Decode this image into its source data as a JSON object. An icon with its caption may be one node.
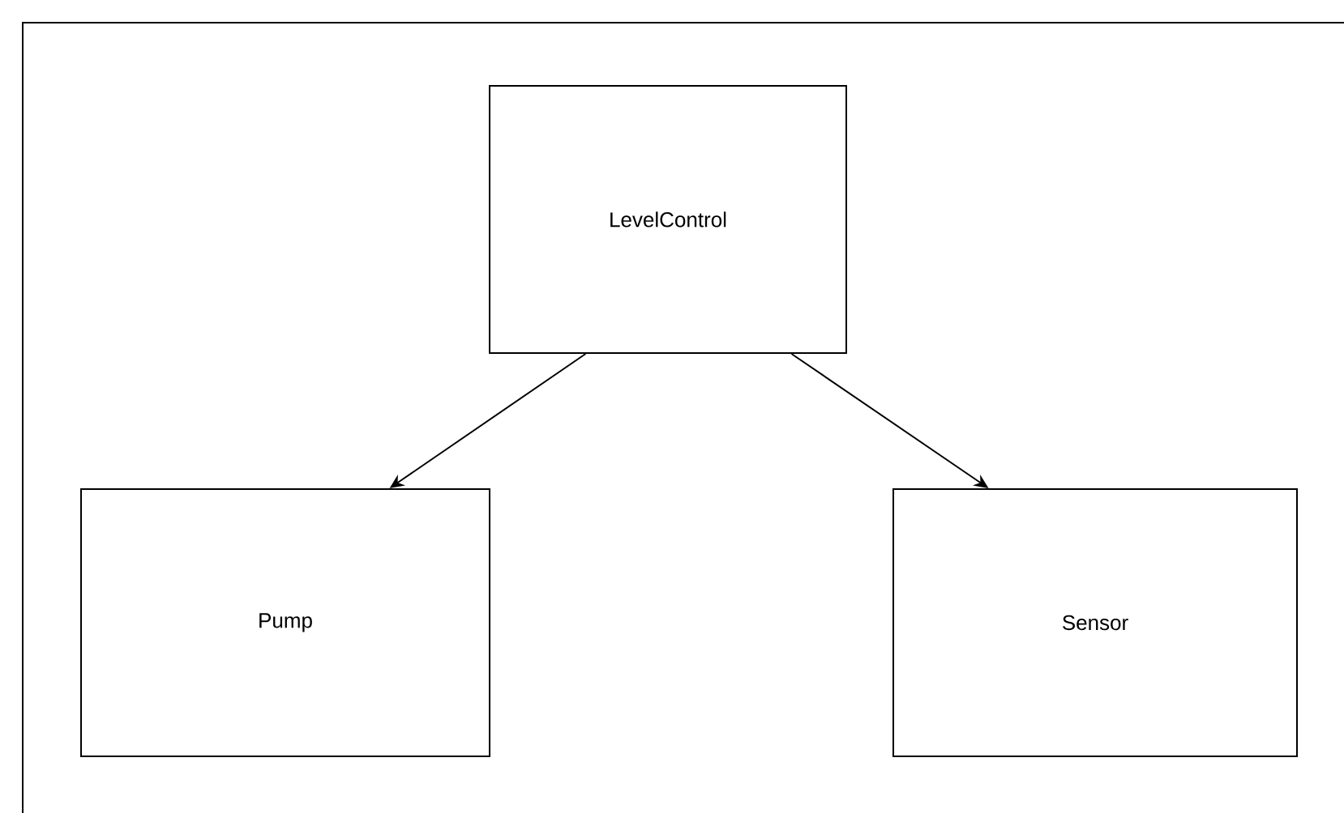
{
  "diagram": {
    "nodes": [
      {
        "text": [
          "LevelControl"
        ]
      },
      {
        "text": [
          "Pump"
        ]
      },
      {
        "text": [
          "Sensor"
        ]
      }
    ],
    "edges": [
      {
        "from": 0,
        "to": 1,
        "arrow": "to"
      },
      {
        "from": 0,
        "to": 2,
        "arrow": "to"
      }
    ]
  }
}
